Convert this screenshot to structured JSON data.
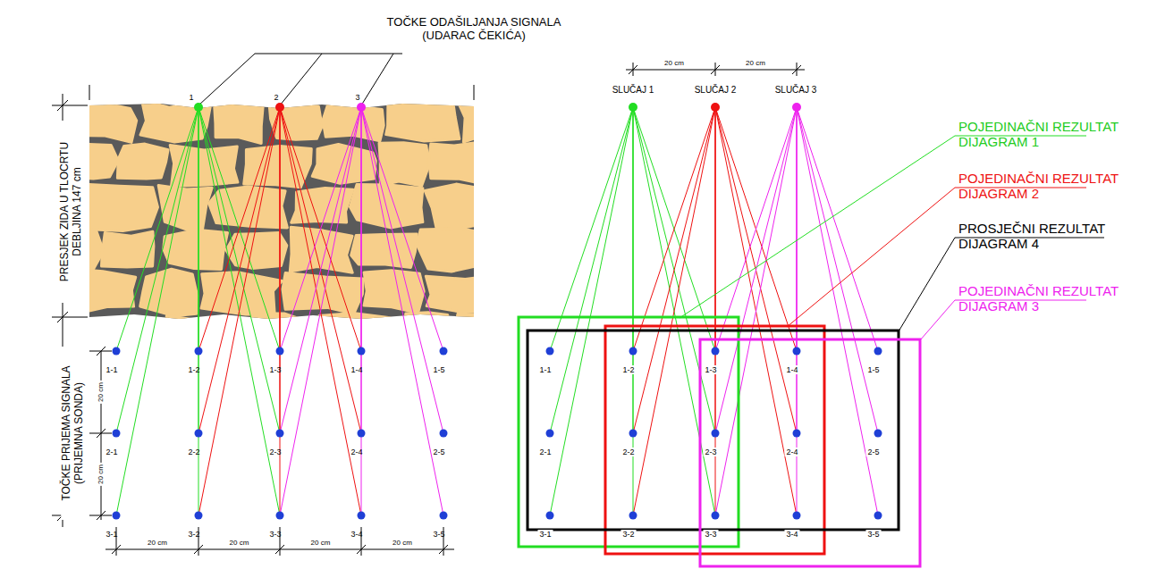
{
  "diagram": {
    "labels": [
      "TOČKE ODAŠILJANJA SIGNALA (UDARAC ČEKIĆA)",
      "1",
      "2",
      "3",
      "PRESJEK ZIDA U TLOCRTU DEBLJINA 147 cm",
      "TOČKE PRIJEMA SIGNALA (PRIJEMNA SONDA)",
      "1-1",
      "1-2",
      "1-3",
      "1-4",
      "1-5",
      "2-1",
      "2-2",
      "2-3",
      "2-4",
      "2-5",
      "3-1",
      "3-2",
      "3-3",
      "3-4",
      "3-5",
      "20 cm",
      "20 cm",
      "20 cm",
      "20 cm",
      "20 cm",
      "20 cm",
      "20 cm",
      "20 cm",
      "SLUČAJ 1",
      "SLUČAJ 2",
      "SLUČAJ 3",
      "1-1",
      "1-2",
      "1-3",
      "1-4",
      "1-5",
      "2-1",
      "2-2",
      "2-3",
      "2-4",
      "2-5",
      "3-1",
      "3-2",
      "3-3",
      "3-4",
      "3-5",
      "POJEDINAČNI REZULTAT DIJAGRAM 1",
      "POJEDINAČNI REZULTAT DIJAGRAM 2",
      "PROSJEČNI REZULTAT DIJAGRAM 4",
      "POJEDINAČNI REZULTAT DIJAGRAM 3"
    ]
  }
}
